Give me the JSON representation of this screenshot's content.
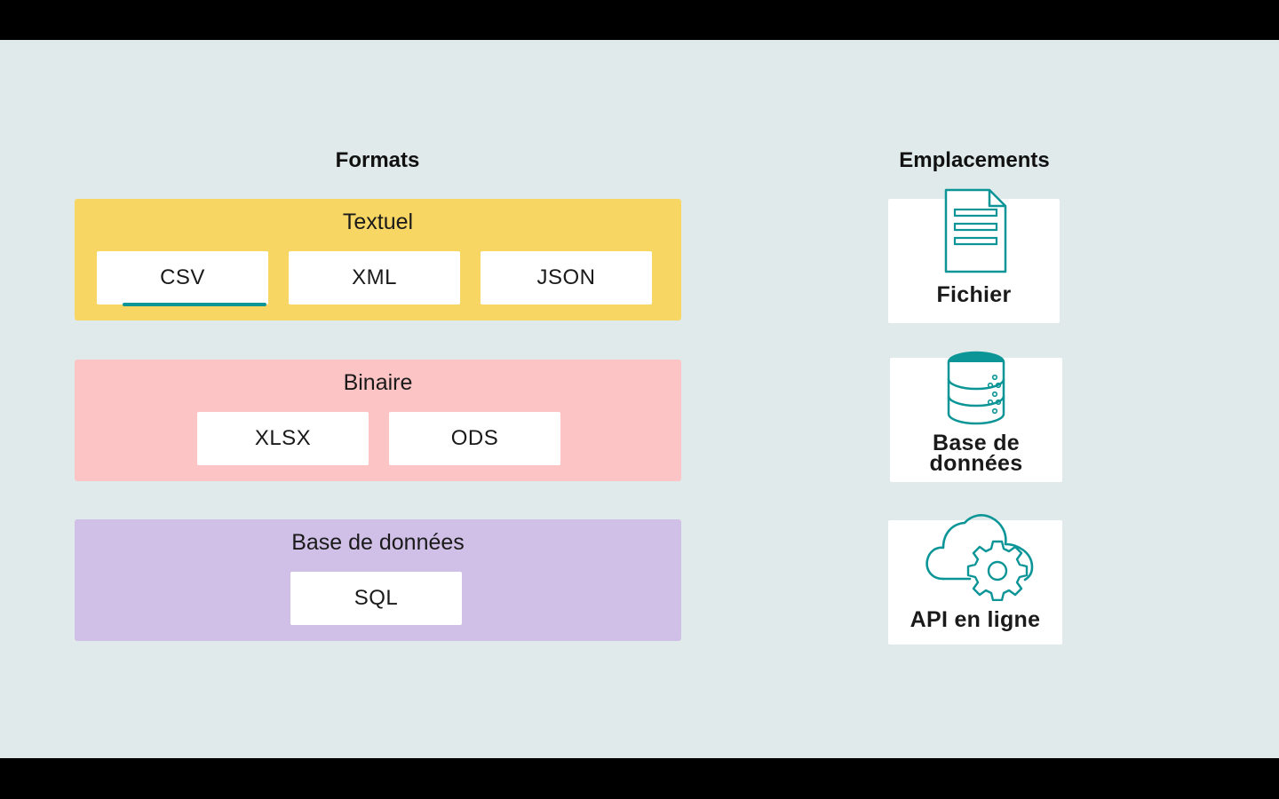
{
  "headings": {
    "formats": "Formats",
    "locations": "Emplacements"
  },
  "format_groups": [
    {
      "title": "Textuel",
      "color": "#f7d663",
      "items": [
        "CSV",
        "XML",
        "JSON"
      ]
    },
    {
      "title": "Binaire",
      "color": "#fdc4c5",
      "items": [
        "XLSX",
        "ODS"
      ]
    },
    {
      "title": "Base de données",
      "color": "#d0bfe6",
      "items": [
        "SQL"
      ]
    }
  ],
  "locations": [
    {
      "label": "Fichier",
      "icon": "document-icon"
    },
    {
      "label_line1": "Base de",
      "label_line2": "données",
      "icon": "database-icon"
    },
    {
      "label": "API en ligne",
      "icon": "cloud-gear-icon"
    }
  ],
  "colors": {
    "background": "#e0eaeb",
    "accent": "#0c9597",
    "highlight_underline": "#0c9597"
  }
}
